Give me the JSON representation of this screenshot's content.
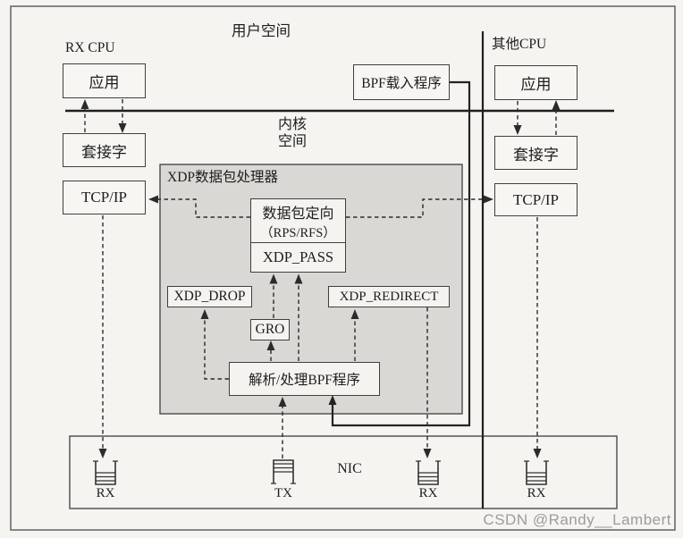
{
  "colors": {
    "line": "#2b2b2b",
    "box_border": "#3f3f3f",
    "xdp_shade_fill": "#d9d8d4",
    "paper": "#f5f4f1",
    "watermark_gray": "#9c9c9c"
  },
  "regions": {
    "user_space": "用户空间",
    "kernel_space_line1": "内核",
    "kernel_space_line2": "空间",
    "rx_cpu": "RX CPU",
    "other_cpu": "其他CPU"
  },
  "left_stack": {
    "app": "应用",
    "socket": "套接字",
    "tcpip": "TCP/IP"
  },
  "right_stack": {
    "app": "应用",
    "socket": "套接字",
    "tcpip": "TCP/IP"
  },
  "bpf_loader": {
    "label": "BPF载入程序"
  },
  "xdp_processor": {
    "title": "XDP数据包处理器",
    "packet_steering_line1": "数据包定向",
    "packet_steering_line2": "（RPS/RFS）",
    "xdp_pass": "XDP_PASS",
    "xdp_drop": "XDP_DROP",
    "xdp_redirect": "XDP_REDIRECT",
    "gro": "GRO",
    "bpf_program": "解析/处理BPF程序"
  },
  "nic": {
    "label": "NIC",
    "queue_labels": [
      "RX",
      "TX",
      "RX",
      "RX"
    ]
  },
  "watermark": "CSDN @Randy__Lambert"
}
